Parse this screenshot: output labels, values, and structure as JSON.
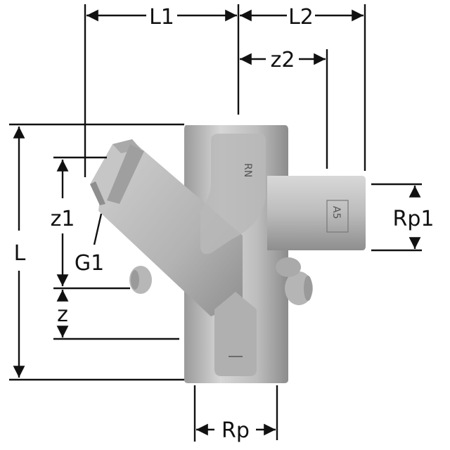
{
  "diagram": {
    "subject": "Y-strainer / valve body fitting (cast metal) with dimension annotations",
    "background": "#ffffff",
    "line_color": "#111111",
    "body_colors": {
      "light": "#d9d9d9",
      "mid": "#b5b5b5",
      "dark": "#8a8a8a",
      "plug": "#c8c8c8"
    },
    "labels": {
      "L1": "L1",
      "L2": "L2",
      "z2": "z2",
      "z1": "z1",
      "G1": "G1",
      "L": "L",
      "z": "z",
      "Rp1": "Rp1",
      "Rp": "Rp"
    },
    "body_marks": {
      "top_boss": "RN",
      "side_boss": "A5"
    }
  }
}
